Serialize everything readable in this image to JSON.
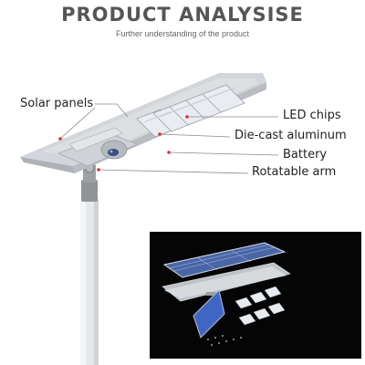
{
  "header": {
    "title": "PRODUCT ANALYSISE",
    "subtitle": "Further understanding of the product"
  },
  "callouts": {
    "solar_panels": "Solar panels",
    "led_chips": "LED chips",
    "die_cast_aluminum": "Die-cast aluminum",
    "battery": "Battery",
    "rotatable_arm": "Rotatable arm"
  },
  "colors": {
    "title": "#555555",
    "leader_line": "#888888",
    "marker_dot": "#e0302a",
    "housing": "#c9cdd2",
    "pole": "#e4e6e8",
    "inset_background": "#050505",
    "solar_cell": "#5b76b8"
  }
}
